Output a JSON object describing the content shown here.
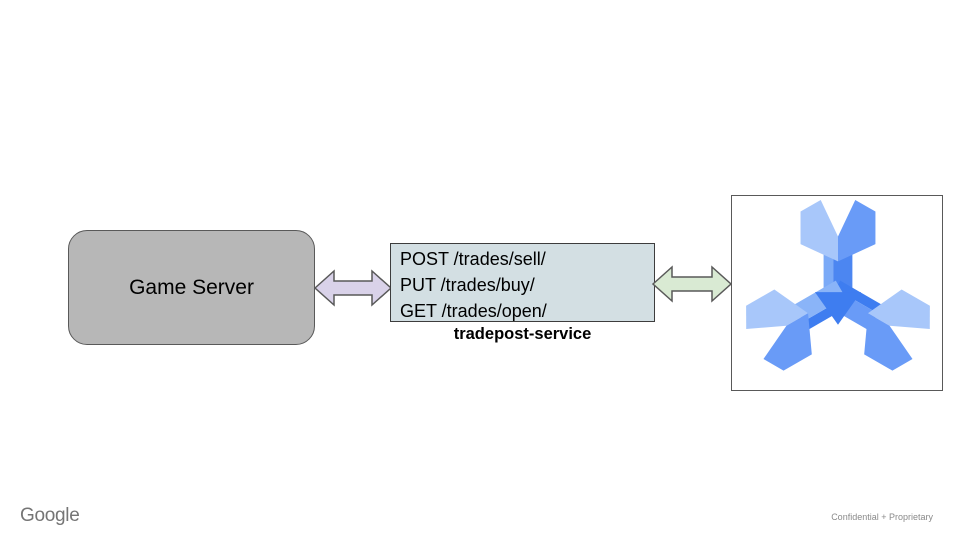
{
  "slide": {
    "background_color": "#ffffff",
    "footer": {
      "logo": "Google",
      "confidential": "Confidential + Proprietary"
    }
  },
  "diagram": {
    "nodes": [
      {
        "id": "game-server",
        "shape": "rounded-rectangle",
        "label": "Game Server",
        "fill": "#b7b7b7",
        "border": "#595959",
        "text_color": "#000000"
      },
      {
        "id": "tradepost-service",
        "shape": "rectangle",
        "lines": [
          "POST /trades/sell/",
          "PUT /trades/buy/",
          "GET /trades/open/"
        ],
        "caption": "tradepost-service",
        "fill": "#d3dfe3",
        "border": "#3d3d3d",
        "text_color": "#000000"
      },
      {
        "id": "cloud-spanner",
        "shape": "image-box",
        "icon": "cloud-spanner-icon",
        "fill": "#ffffff",
        "border": "#595959",
        "icon_colors": {
          "light": "#a8c7fa",
          "light_medium": "#8ab4f8",
          "medium": "#7baaf7",
          "mid_blue": "#699bf7",
          "strong": "#4c86f1",
          "dark": "#3e7df0"
        }
      }
    ],
    "connectors": [
      {
        "from": "game-server",
        "to": "tradepost-service",
        "style": "double-headed-arrow",
        "fill": "#d9d2e9",
        "stroke": "#595959"
      },
      {
        "from": "tradepost-service",
        "to": "cloud-spanner",
        "style": "double-headed-arrow",
        "fill": "#d9ead3",
        "stroke": "#595959"
      }
    ]
  }
}
